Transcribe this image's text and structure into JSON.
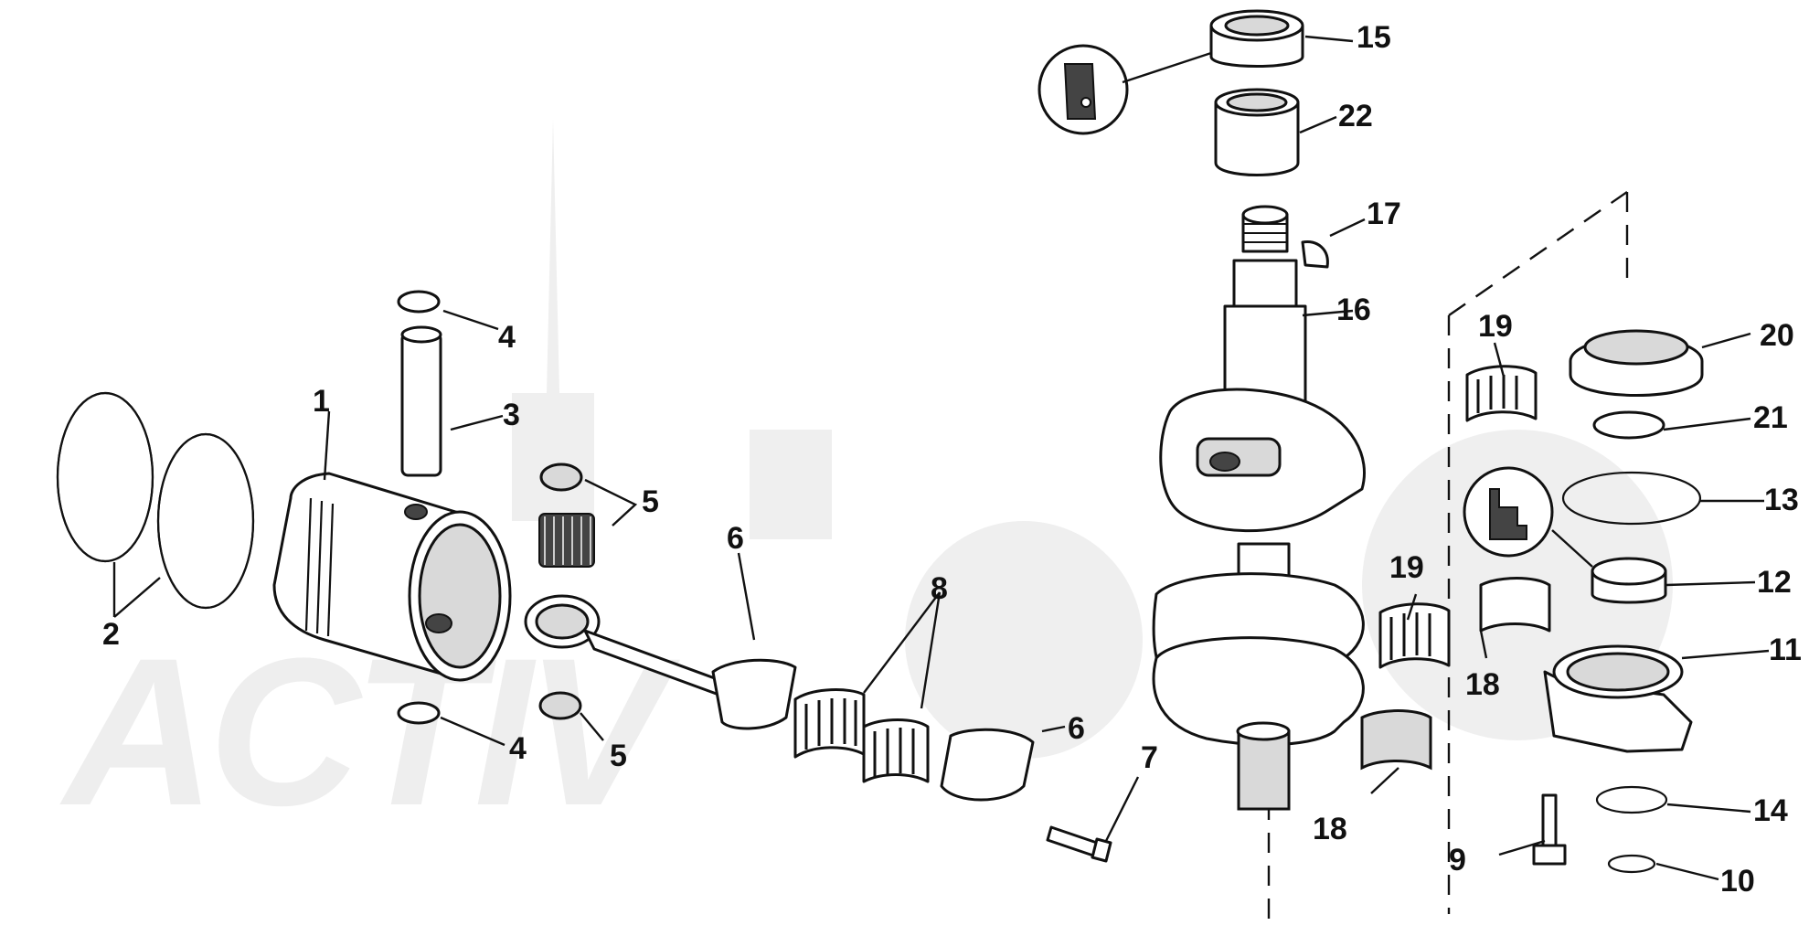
{
  "watermark": {
    "text": "ACTIV"
  },
  "callouts": [
    {
      "id": "1",
      "label": "1"
    },
    {
      "id": "2",
      "label": "2"
    },
    {
      "id": "3",
      "label": "3"
    },
    {
      "id": "4a",
      "label": "4"
    },
    {
      "id": "4b",
      "label": "4"
    },
    {
      "id": "5a",
      "label": "5"
    },
    {
      "id": "5b",
      "label": "5"
    },
    {
      "id": "6a",
      "label": "6"
    },
    {
      "id": "6b",
      "label": "6"
    },
    {
      "id": "7",
      "label": "7"
    },
    {
      "id": "8",
      "label": "8"
    },
    {
      "id": "9",
      "label": "9"
    },
    {
      "id": "10",
      "label": "10"
    },
    {
      "id": "11",
      "label": "11"
    },
    {
      "id": "12",
      "label": "12"
    },
    {
      "id": "13",
      "label": "13"
    },
    {
      "id": "14",
      "label": "14"
    },
    {
      "id": "15",
      "label": "15"
    },
    {
      "id": "16",
      "label": "16"
    },
    {
      "id": "17",
      "label": "17"
    },
    {
      "id": "18a",
      "label": "18"
    },
    {
      "id": "18b",
      "label": "18"
    },
    {
      "id": "19a",
      "label": "19"
    },
    {
      "id": "19b",
      "label": "19"
    },
    {
      "id": "20",
      "label": "20"
    },
    {
      "id": "21",
      "label": "21"
    },
    {
      "id": "22",
      "label": "22"
    }
  ]
}
